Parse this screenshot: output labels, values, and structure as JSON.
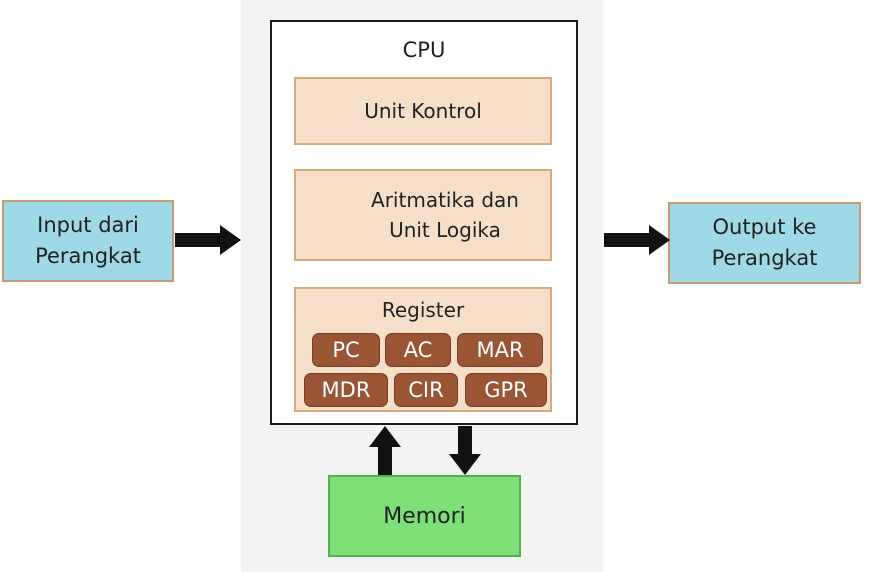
{
  "cpu": {
    "title": "CPU",
    "control_unit": "Unit Kontrol",
    "alu": {
      "line1": "Aritmatika dan",
      "line2": "Unit Logika"
    },
    "register": {
      "title": "Register",
      "items": [
        "PC",
        "AC",
        "MAR",
        "MDR",
        "CIR",
        "GPR"
      ]
    }
  },
  "input": {
    "line1": "Input dari",
    "line2": "Perangkat"
  },
  "output": {
    "line1": "Output ke",
    "line2": "Perangkat"
  },
  "memory": {
    "label": "Memori"
  },
  "colors": {
    "io_box": "#9fd8e6",
    "memory_box": "#7fe07a",
    "unit_box": "#f6dfc9",
    "register_chip": "#9a5534"
  }
}
